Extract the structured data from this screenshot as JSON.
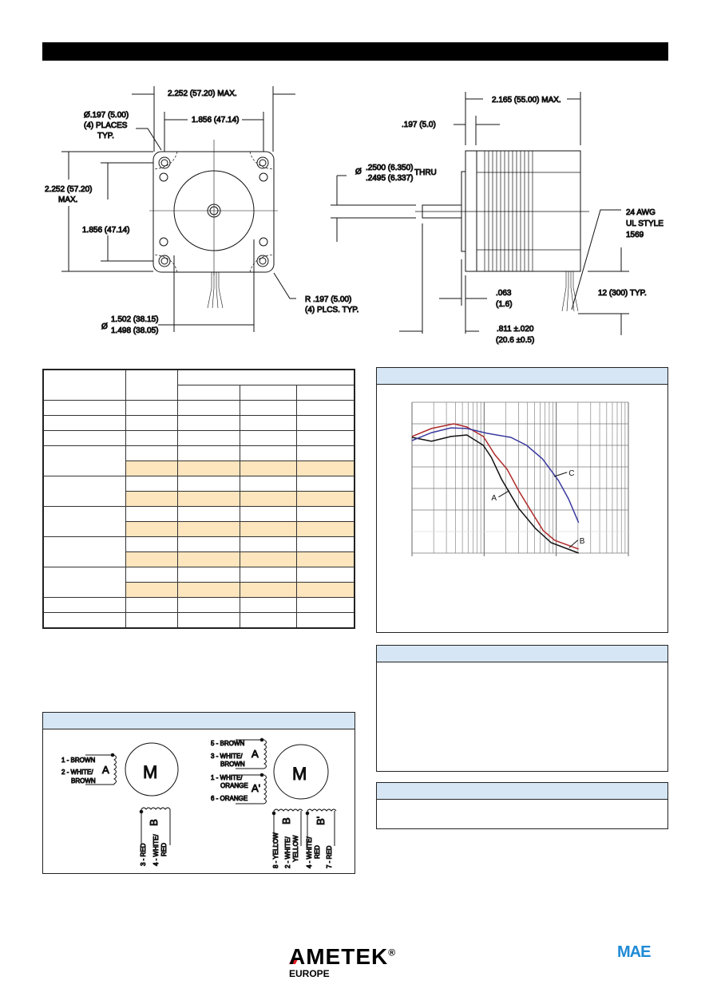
{
  "drawing_front": {
    "overall_width": "2.252 (57.20) MAX.",
    "hole_spacing_h": "1.856 (47.14)",
    "hole_dia_1": "Ø.197 (5.00)",
    "hole_dia_2": "(4) PLACES",
    "hole_dia_3": "TYP.",
    "overall_height_1": "2.252 (57.20)",
    "overall_height_2": "MAX.",
    "hole_spacing_v": "1.856 (47.14)",
    "radius_1": "R .197 (5.00)",
    "radius_2": "(4) PLCS. TYP.",
    "pilot_symbol": "Ø",
    "pilot_1": "1.502 (38.15)",
    "pilot_2": "1.498 (38.05)"
  },
  "drawing_side": {
    "length": "2.165 (55.00) MAX.",
    "flange": ".197 (5.0)",
    "shaft_symbol": "Ø",
    "shaft_1": ".2500 (6.350)",
    "shaft_2": ".2495 (6.337)",
    "shaft_thru": "THRU",
    "wire_1": "24 AWG",
    "wire_2": "UL STYLE",
    "wire_3": "1569",
    "lead_length": "12 (300) TYP.",
    "pilot_depth_1": ".063",
    "pilot_depth_2": "(1.6)",
    "shaft_len_1": ".811 ±.020",
    "shaft_len_2": "(20.6 ±0.5)"
  },
  "chart_data": {
    "type": "line",
    "title": "",
    "xlabel": "",
    "ylabel": "",
    "xscale": "log",
    "xlim_decades": [
      0,
      3
    ],
    "ylim": [
      0,
      7
    ],
    "grid": true,
    "series": [
      {
        "name": "A",
        "color": "#111111",
        "points": [
          [
            0,
            5.37
          ],
          [
            0.27,
            5.19
          ],
          [
            0.54,
            5.41
          ],
          [
            0.76,
            5.48
          ],
          [
            0.99,
            5.0
          ],
          [
            1.1,
            4.44
          ],
          [
            1.24,
            3.44
          ],
          [
            1.48,
            2.07
          ],
          [
            1.71,
            1.15
          ],
          [
            1.93,
            0.48
          ],
          [
            2.31,
            0
          ]
        ]
      },
      {
        "name": "B",
        "color": "#b02a2a",
        "points": [
          [
            0,
            5.41
          ],
          [
            0.27,
            5.78
          ],
          [
            0.58,
            6.0
          ],
          [
            0.76,
            5.85
          ],
          [
            0.99,
            5.41
          ],
          [
            1.15,
            4.56
          ],
          [
            1.32,
            3.89
          ],
          [
            1.48,
            2.89
          ],
          [
            1.65,
            1.96
          ],
          [
            1.82,
            1.04
          ],
          [
            1.98,
            0.59
          ],
          [
            2.31,
            0.19
          ]
        ]
      },
      {
        "name": "C",
        "color": "#3a3aa0",
        "points": [
          [
            0,
            5.22
          ],
          [
            0.27,
            5.59
          ],
          [
            0.54,
            5.81
          ],
          [
            0.76,
            5.78
          ],
          [
            1.04,
            5.56
          ],
          [
            1.37,
            5.37
          ],
          [
            1.59,
            5.0
          ],
          [
            1.81,
            4.37
          ],
          [
            2.03,
            3.37
          ],
          [
            2.17,
            2.52
          ],
          [
            2.31,
            1.41
          ]
        ]
      }
    ]
  },
  "wiring": {
    "motor": "M",
    "bipolar": {
      "a": "A",
      "b": "B",
      "w1": "1 - BROWN",
      "w2a": "2 - WHITE/",
      "w2b": "BROWN",
      "w3": "3 - RED",
      "w4a": "4 - WHITE/",
      "w4b": "RED"
    },
    "unipolar": {
      "a": "A",
      "a2": "A'",
      "b": "B",
      "b2": "B'",
      "w5": "5 - BROWN",
      "w3a": "3 - WHITE/",
      "w3b": "BROWN",
      "w1a": "1 - WHITE/",
      "w1b": "ORANGE",
      "w6": "6 - ORANGE",
      "w8": "8 - YELLOW",
      "w2a": "2 - WHITE/",
      "w2b": "YELLOW",
      "w4a": "4 - WHITE/",
      "w4b": "RED",
      "w7": "7 - RED"
    }
  },
  "footer": {
    "brand": "AMETEK",
    "reg": "®",
    "region": "EUROPE",
    "partner": "MAE"
  }
}
